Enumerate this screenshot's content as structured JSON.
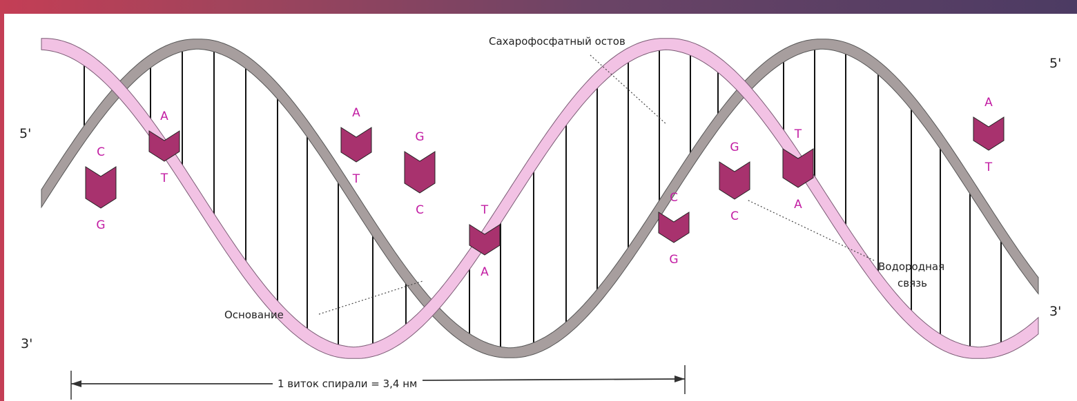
{
  "labels": {
    "backbone": "Сахарофосфатный остов",
    "base": "Основание",
    "hbond_line1": "Водородная",
    "hbond_line2": "связь",
    "turn": "1 виток спирали = 3,4 нм"
  },
  "ends": {
    "left_top": "5'",
    "left_bottom": "3'",
    "right_top": "5'",
    "right_bottom": "3'"
  },
  "base_pairs": [
    {
      "top": "C",
      "bottom": "G"
    },
    {
      "top": "A",
      "bottom": "T"
    },
    {
      "top": "A",
      "bottom": "T"
    },
    {
      "top": "G",
      "bottom": "C"
    },
    {
      "top": "T",
      "bottom": "A"
    },
    {
      "top": "C",
      "bottom": "G"
    },
    {
      "top": "G",
      "bottom": "C"
    },
    {
      "top": "T",
      "bottom": "A"
    },
    {
      "top": "A",
      "bottom": "T"
    }
  ],
  "colors": {
    "strand_gray": "#a79e9e",
    "strand_pink": "#f2c2e4",
    "base_magenta": "#a8326e",
    "letter": "#c21da3",
    "frame_left": "#c43e55",
    "frame_right": "#4c3b63"
  }
}
